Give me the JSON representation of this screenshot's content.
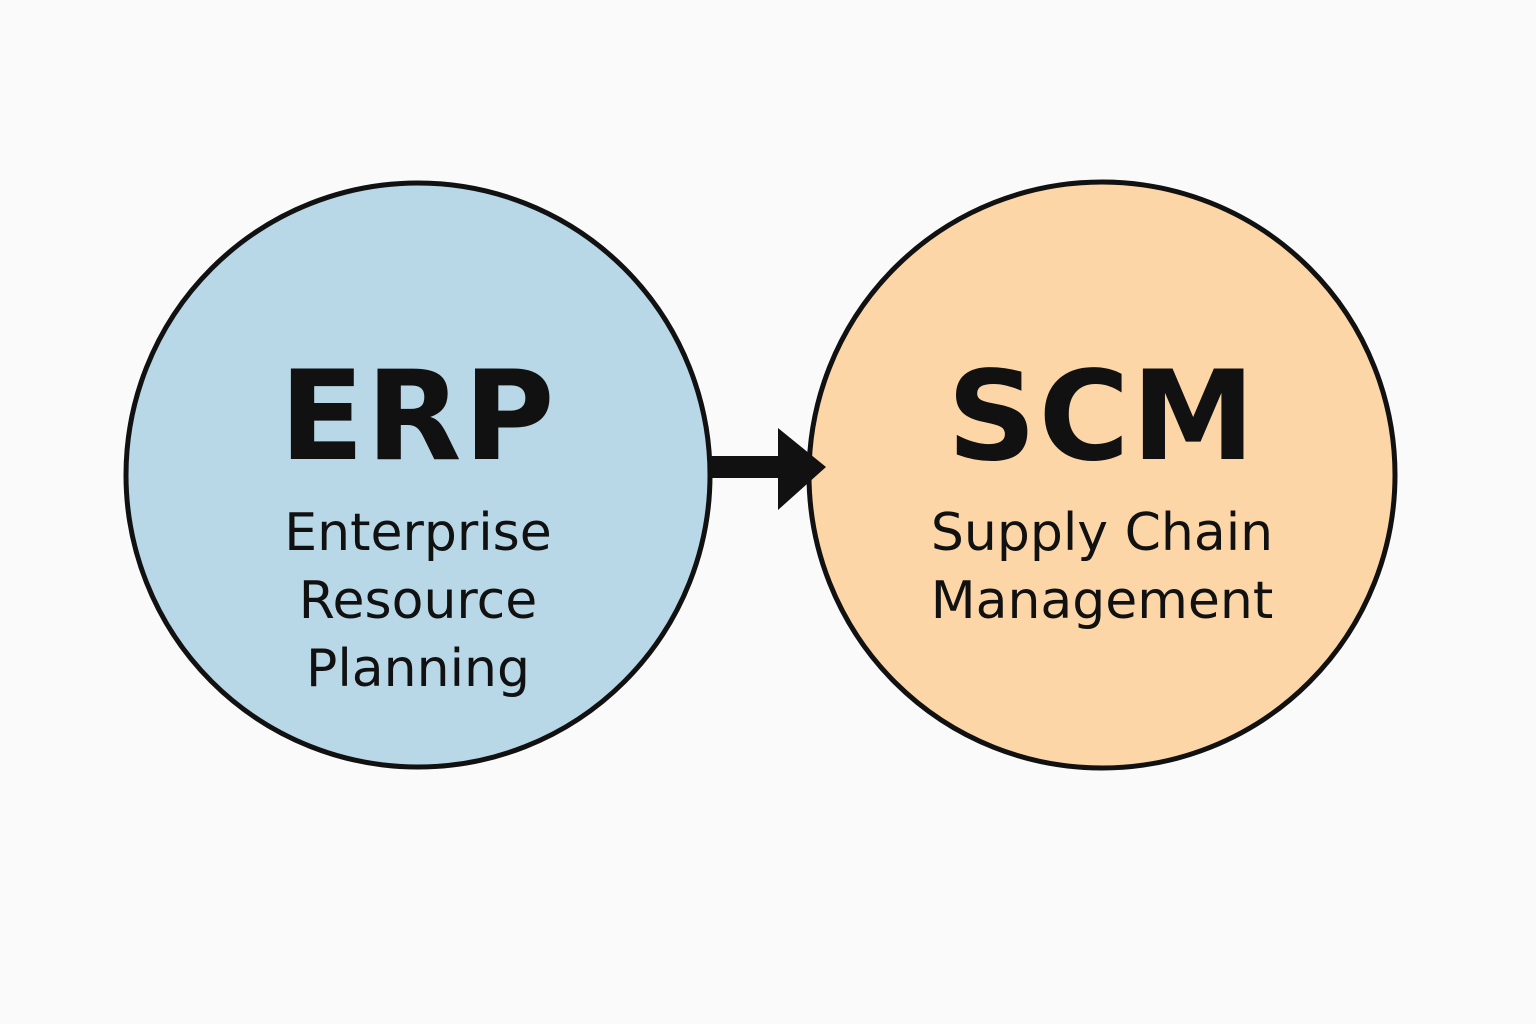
{
  "nodes": [
    {
      "abbr": "ERP",
      "lines": [
        "Enterprise",
        "Resource",
        "Planning"
      ],
      "fill": "#b8d8e8"
    },
    {
      "abbr": "SCM",
      "lines": [
        "Supply Chain",
        "Management"
      ],
      "fill": "#fdd6a8"
    }
  ],
  "edge": {
    "from": "ERP",
    "to": "SCM",
    "color": "#111111"
  }
}
